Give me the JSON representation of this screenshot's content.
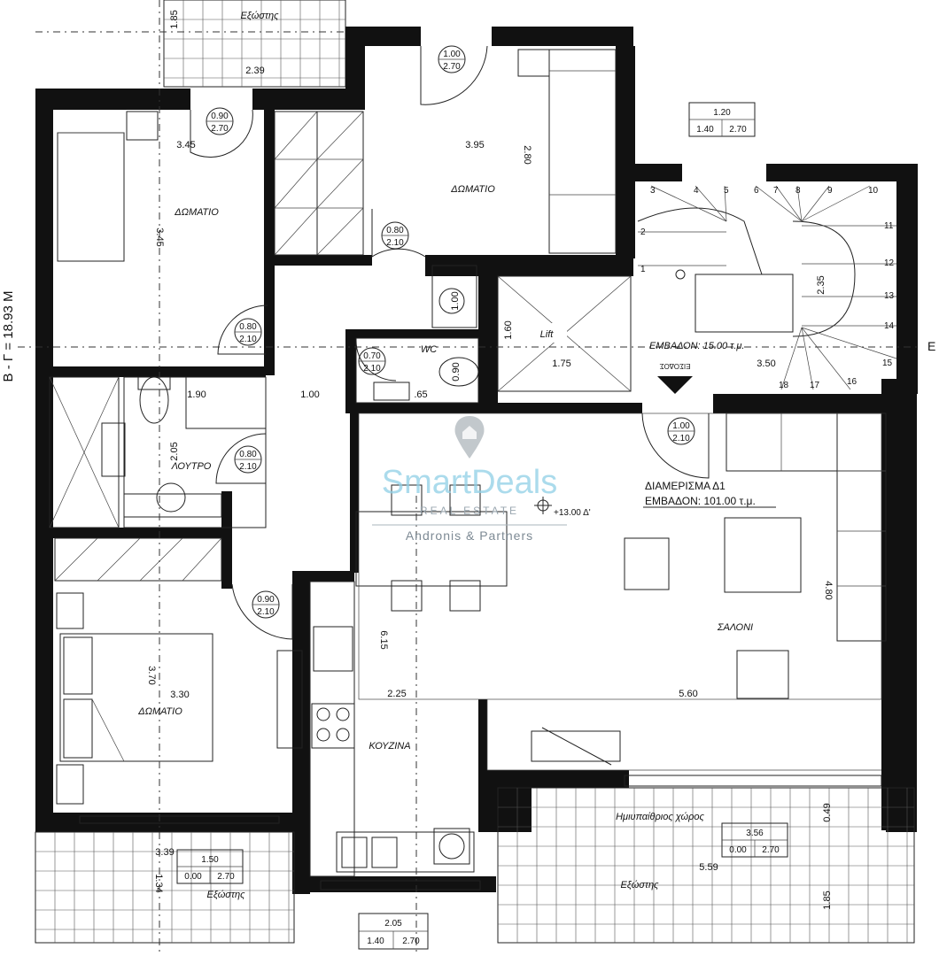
{
  "rooms": {
    "bedroom_1": "ΔΩΜΑΤΙΟ",
    "bedroom_2": "ΔΩΜΑΤΙΟ",
    "bedroom_3": "ΔΩΜΑΤΙΟ",
    "bathroom": "ΛΟΥΤΡΟ",
    "wc": "WC",
    "lift": "Lift",
    "living": "ΣΑΛΟΝΙ",
    "kitchen": "ΚΟΥΖΙΝΑ",
    "semi_outdoor": "Ημιυπαίθριος χώρος",
    "balcony_top": "Εξώστης",
    "balcony_bottom_left": "Εξώστης",
    "balcony_bottom_right": "Εξώστης"
  },
  "apartment": {
    "name": "ΔΙΑΜΕΡΙΣΜΑ Δ1",
    "area": "ΕΜΒΑΔΟΝ: 101.00 τ.μ.",
    "level": "+13.00 Δ'"
  },
  "stair": {
    "area": "ΕΜΒΑΔΟΝ: 15.00 τ.μ.",
    "entrance": "ΕΙΣΟΔΟΣ",
    "steps": [
      "1",
      "2",
      "3",
      "4",
      "5",
      "6",
      "7",
      "8",
      "9",
      "10",
      "11",
      "12",
      "13",
      "14",
      "15",
      "16",
      "17",
      "18"
    ]
  },
  "side_label": "Β - Γ = 18.93 Μ",
  "edge_label": "Ε",
  "dimensions": {
    "top_balcony_h": "1.85",
    "top_balcony_w": "2.39",
    "bed1_w": "3.45",
    "bed1_h": "3.45",
    "bed2_w": "3.95",
    "bed2_h": "2.80",
    "bath_w": "1.90",
    "bath_h": "2.05",
    "hall_w": "1.00",
    "wc_w": ".65",
    "lift_w": "1.75",
    "lift_h": "1.60",
    "stair_w": "3.50",
    "stair_h": "2.35",
    "bed3_w": "3.30",
    "bed3_h": "3.70",
    "kitchen_h": "6.15",
    "kitchen_w": "2.25",
    "living_w": "5.60",
    "living_h": "4.80",
    "semi_h": "0.49",
    "balc_right_w": "5.59",
    "balc_right_h": "1.85",
    "balc_left_w": "3.39",
    "balc_left_h": "1.34",
    "shaft": "1.00",
    "wc_basin": "0.90"
  },
  "openings": {
    "d1": [
      "0.90",
      "2.70"
    ],
    "d2": [
      "1.00",
      "2.70"
    ],
    "d3": [
      "0.80",
      "2.10"
    ],
    "d4": [
      "0.80",
      "2.10"
    ],
    "d5": [
      "0.70",
      "2.10"
    ],
    "d6": [
      "0.80",
      "2.10"
    ],
    "d7": [
      "0.90",
      "2.10"
    ],
    "d8": [
      "1.00",
      "2.10"
    ],
    "w1": [
      "1.20",
      "1.40",
      "2.70"
    ],
    "w2": [
      "3.56",
      "0.00",
      "2.70"
    ],
    "w3": [
      "1.50",
      "0.00",
      "2.70"
    ],
    "w4": [
      "2.05",
      "1.40",
      "2.70"
    ]
  },
  "watermark": {
    "brand": "SmartDeals",
    "sub": "REAL ESTATE",
    "partners": "Andronis & Partners"
  },
  "colors": {
    "wall": "#111111",
    "line": "#222222",
    "watermark": "#8fd0e6"
  }
}
